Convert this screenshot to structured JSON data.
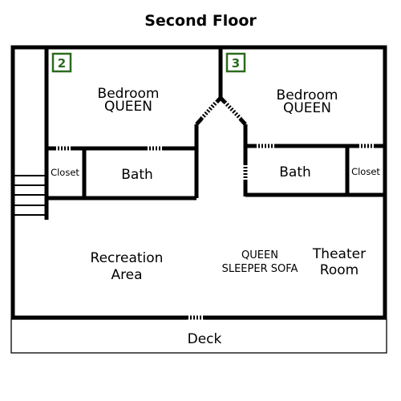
{
  "title": "Second Floor",
  "rooms": {
    "bedroom_2": {
      "number": "2",
      "line1": "Bedroom",
      "line2": "QUEEN"
    },
    "bedroom_3": {
      "number": "3",
      "line1": "Bedroom",
      "line2": "QUEEN"
    },
    "bath_left": "Bath",
    "bath_right": "Bath",
    "closet_left": "Closet",
    "closet_right": "Closet",
    "recreation": {
      "line1": "Recreation",
      "line2": "Area"
    },
    "sofa": {
      "line1": "QUEEN",
      "line2": "SLEEPER SOFA"
    },
    "theater": {
      "line1": "Theater",
      "line2": "Room"
    },
    "deck": "Deck"
  },
  "colors": {
    "wall": "#000000",
    "badge": "#2d6a1f"
  }
}
